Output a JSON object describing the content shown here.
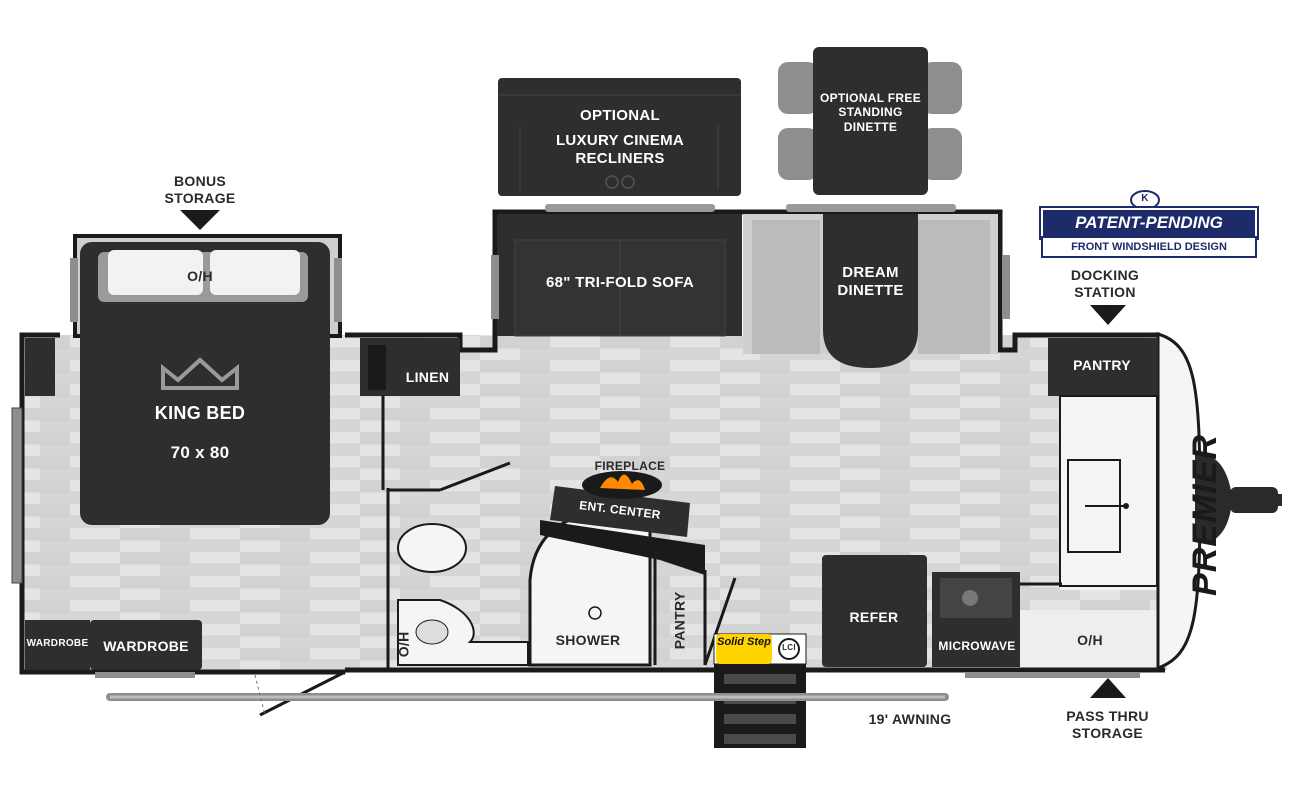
{
  "labels": {
    "bonus_storage": "BONUS STORAGE",
    "bed_oh": "O/H",
    "king_bed": "KING BED",
    "bed_size": "70 x 80",
    "linen": "LINEN",
    "recliners_optional": "OPTIONAL",
    "recliners_name": "LUXURY CINEMA RECLINERS",
    "sofa": "68\" TRI-FOLD SOFA",
    "free_dinette": "OPTIONAL FREE STANDING DINETTE",
    "dream_dinette": "DREAM DINETTE",
    "fireplace": "FIREPLACE",
    "ent_center": "ENT. CENTER",
    "shower": "SHOWER",
    "bath_oh": "O/H",
    "bath_pantry": "PANTRY",
    "wardrobe_small": "WARDROBE",
    "wardrobe": "WARDROBE",
    "refer": "REFER",
    "microwave": "MICROWAVE",
    "kitchen_oh": "O/H",
    "kitchen_pantry": "PANTRY",
    "docking_station": "DOCKING STATION",
    "pass_thru_storage": "PASS THRU STORAGE",
    "awning": "19' AWNING"
  },
  "badge": {
    "title": "PATENT-PENDING DESIGN",
    "subtitle": "FRONT WINDSHIELD DESIGN",
    "brand_initial": "K"
  },
  "brand": {
    "cap_logo": "PREMIER",
    "step_logo": "Solid Step",
    "step_badge": "LCI"
  },
  "colors": {
    "dark": "#2f2f2f",
    "floor": "#dcdcdc",
    "wall": "#1a1a1a",
    "accent_navy": "#1d2b6b",
    "step_yellow": "#ffd400"
  }
}
